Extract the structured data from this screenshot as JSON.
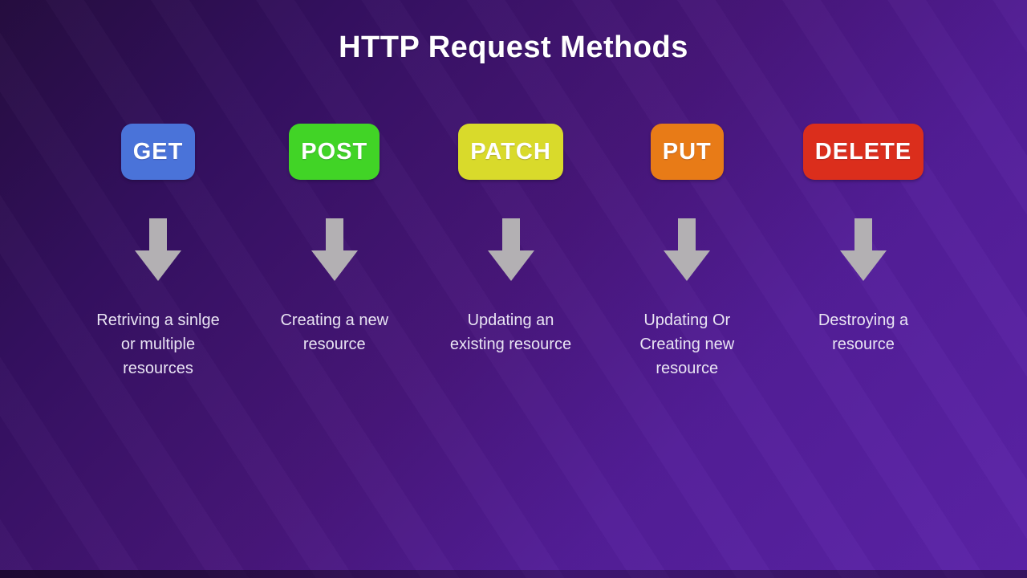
{
  "title": "HTTP Request Methods",
  "colors": {
    "background_dark": "#260d40",
    "background_light": "#5b23a8",
    "title_text": "#ffffff",
    "description_text": "#e9e4f3",
    "arrow": "#b3b0b3"
  },
  "arrow": {
    "color": "#b3b0b3"
  },
  "methods": [
    {
      "label": "GET",
      "color": "#4a73d9",
      "description": "Retriving a sinlge or multiple resources"
    },
    {
      "label": "POST",
      "color": "#41d426",
      "description": "Creating a new resource"
    },
    {
      "label": "PATCH",
      "color": "#d9da2b",
      "description": "Updating an existing resource"
    },
    {
      "label": "PUT",
      "color": "#e87b17",
      "description": "Updating Or Creating new resource"
    },
    {
      "label": "DELETE",
      "color": "#db2e1c",
      "description": "Destroying a resource"
    }
  ]
}
